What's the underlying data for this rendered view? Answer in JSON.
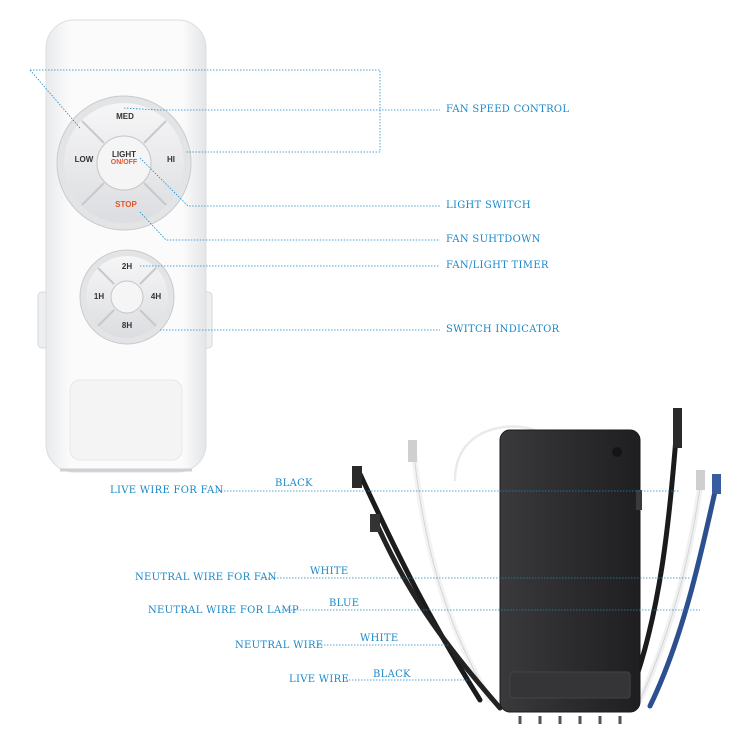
{
  "remote": {
    "speed_buttons": {
      "med": "MED",
      "low": "LOW",
      "hi": "HI",
      "light_line1": "LIGHT",
      "light_line2": "ON/OFF",
      "stop": "STOP"
    },
    "timer_buttons": {
      "t2": "2H",
      "t1": "1H",
      "t4": "4H",
      "t8": "8H"
    }
  },
  "remote_labels": {
    "fan_speed": "FAN SPEED CONTROL",
    "light_switch": "LIGHT SWITCH",
    "fan_shutdown": "FAN SUHTDOWN",
    "timer": "FAN/LIGHT TIMER",
    "indicator": "SWITCH INDICATOR"
  },
  "receiver_labels": {
    "live_fan": "LIVE WIRE FOR FAN",
    "live_fan_color": "BLACK",
    "neutral_fan": "NEUTRAL WIRE FOR FAN",
    "neutral_fan_color": "WHITE",
    "neutral_lamp": "NEUTRAL WIRE FOR LAMP",
    "neutral_lamp_color": "BLUE",
    "neutral": "NEUTRAL WIRE",
    "neutral_color": "WHITE",
    "live": "LIVE WIRE",
    "live_color": "BLACK"
  },
  "colors": {
    "accent": "#1a88c9",
    "stop": "#e2572b",
    "receiver": "#2e2e30"
  }
}
